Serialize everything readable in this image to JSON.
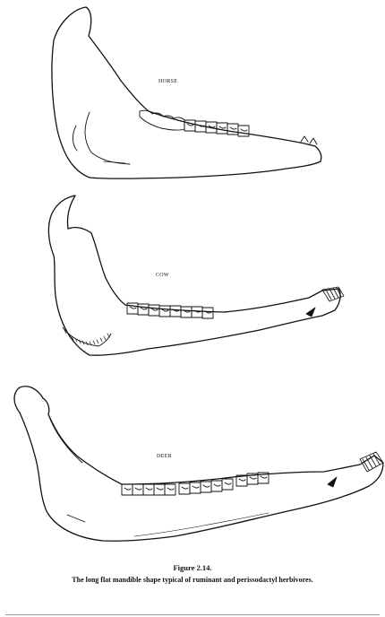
{
  "labels": {
    "horse": "HORSE",
    "cow": "COW",
    "deer": "DEER"
  },
  "caption": {
    "title": "Figure 2.14.",
    "text": "The long flat mandible shape typical of ruminant and perissodactyl herbivores."
  }
}
